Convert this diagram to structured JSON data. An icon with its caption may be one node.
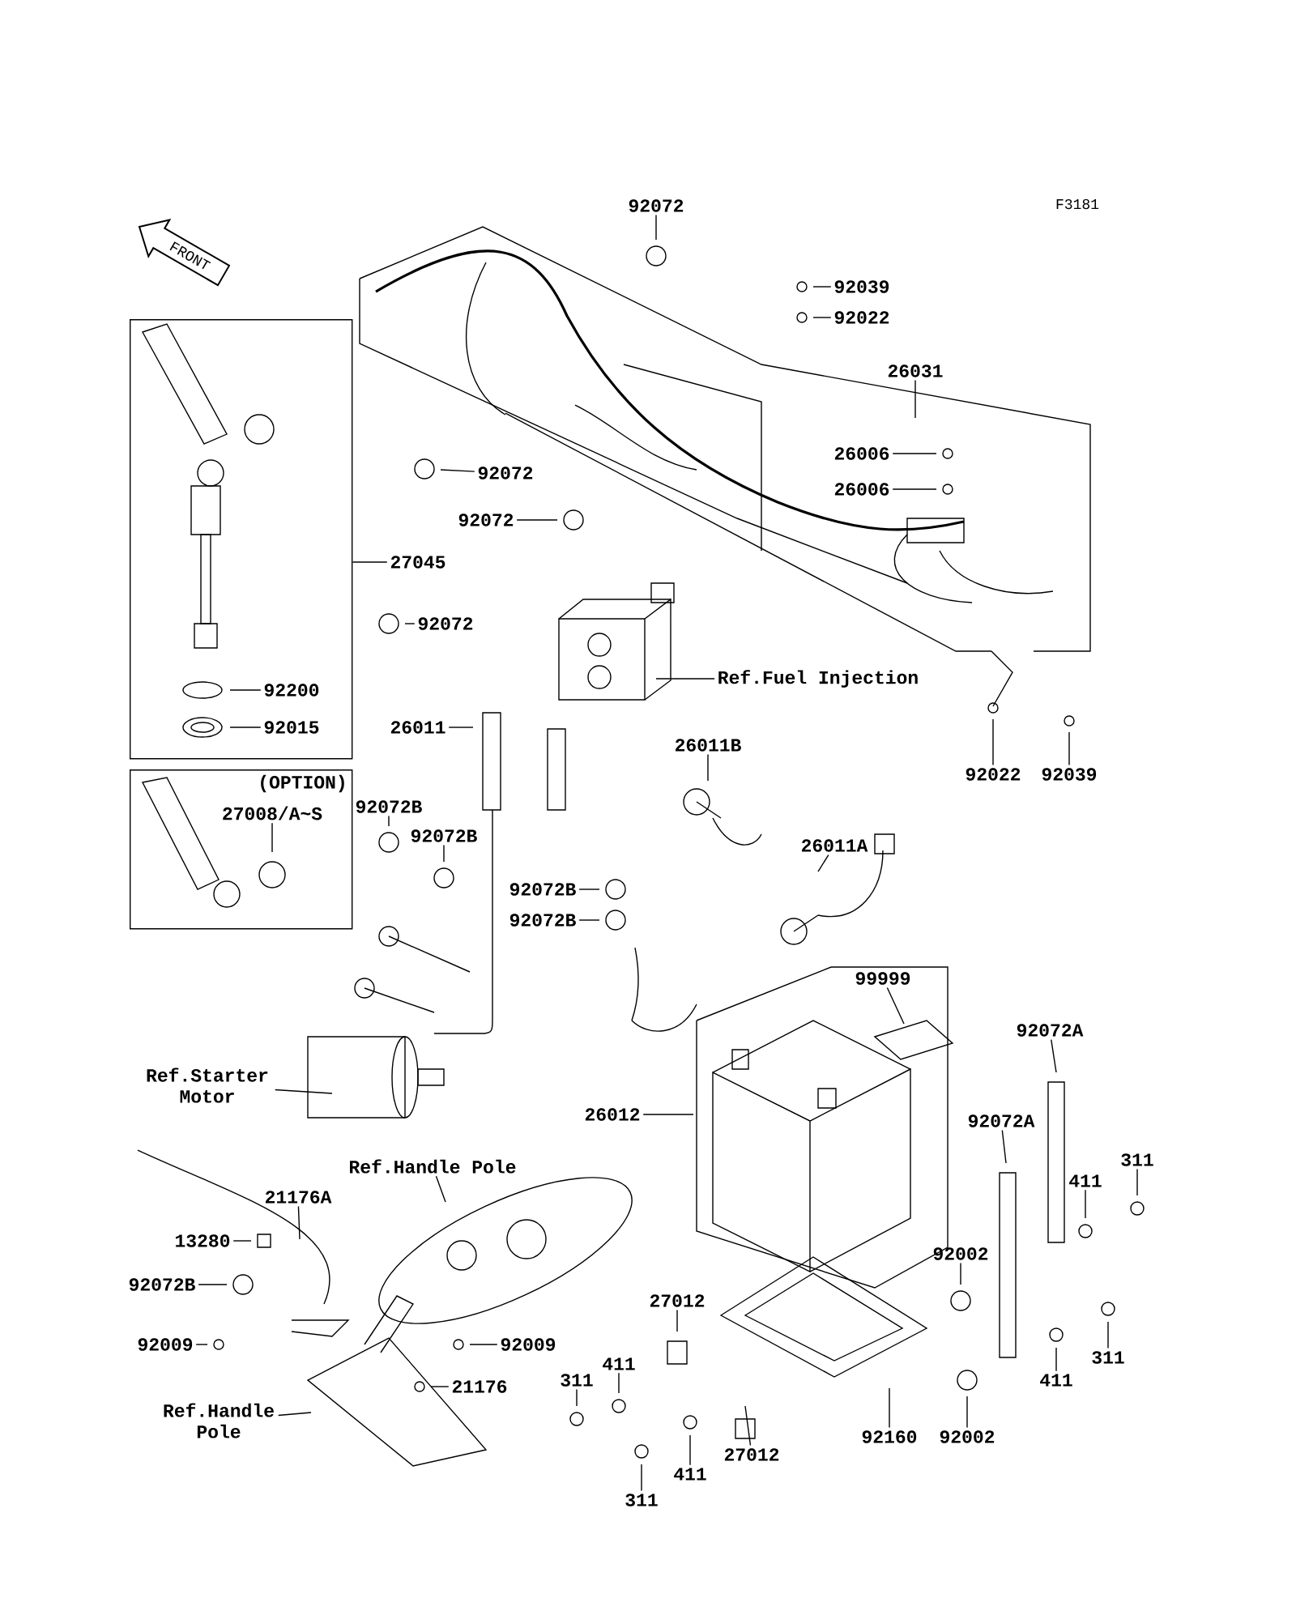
{
  "diagram": {
    "nodes": [
      {
        "text": [
          "92072"
        ]
      },
      {
        "text": [
          "92039"
        ]
      },
      {
        "text": [
          "92022"
        ]
      },
      {
        "text": [
          "26031"
        ]
      },
      {
        "text": [
          "26006"
        ]
      },
      {
        "text": [
          "26006"
        ]
      },
      {
        "text": [],
        "shape": "box"
      },
      {
        "text": [
          "92072"
        ]
      },
      {
        "text": [
          "92072"
        ]
      },
      {
        "text": [
          "27045"
        ]
      },
      {
        "text": [
          "92072"
        ]
      },
      {
        "text": [
          "Ref.Fuel Injection"
        ]
      },
      {
        "text": [
          "92200"
        ],
        "in": 6
      },
      {
        "text": [
          "92015"
        ],
        "in": 6
      },
      {
        "text": [
          "26011"
        ]
      },
      {
        "text": [
          "92022"
        ]
      },
      {
        "text": [
          "92039"
        ]
      },
      {
        "text": [
          "26011B"
        ]
      },
      {
        "text": [
          "(OPTION)"
        ]
      },
      {
        "text": [
          "27008/A~S"
        ],
        "in": 18
      },
      {
        "text": [
          "92072B"
        ]
      },
      {
        "text": [
          "92072B"
        ]
      },
      {
        "text": [
          "26011A"
        ]
      },
      {
        "text": [
          "92072B"
        ]
      },
      {
        "text": [
          "92072B"
        ]
      },
      {
        "text": [
          "99999"
        ]
      },
      {
        "text": [
          "92072A"
        ]
      },
      {
        "text": [
          "Ref.Starter Motor"
        ]
      },
      {
        "text": [
          "92072A"
        ]
      },
      {
        "text": [
          "26012"
        ]
      },
      {
        "text": [
          "Ref.Handle Pole"
        ]
      },
      {
        "text": [
          "21176A"
        ]
      },
      {
        "text": [
          "311"
        ]
      },
      {
        "text": [
          "411"
        ]
      },
      {
        "text": [
          "13280"
        ]
      },
      {
        "text": [
          "92002"
        ]
      },
      {
        "text": [
          "92072B"
        ]
      },
      {
        "text": [
          "92009"
        ]
      },
      {
        "text": [
          "92009"
        ]
      },
      {
        "text": [
          "27012"
        ]
      },
      {
        "text": [
          "311"
        ]
      },
      {
        "text": [
          "411"
        ]
      },
      {
        "text": [
          "311"
        ]
      },
      {
        "text": [
          "411"
        ]
      },
      {
        "text": [
          "21176"
        ]
      },
      {
        "text": [
          "Ref.Handle Pole"
        ]
      },
      {
        "text": [
          "92160"
        ]
      },
      {
        "text": [
          "92002"
        ]
      },
      {
        "text": [
          "27012"
        ]
      },
      {
        "text": [
          "411"
        ]
      },
      {
        "text": [
          "311"
        ]
      }
    ],
    "edges": [
      {
        "from": 0,
        "to": null,
        "arrow": "none"
      },
      {
        "from": 1,
        "to": null,
        "arrow": "none"
      },
      {
        "from": 2,
        "to": null,
        "arrow": "none"
      },
      {
        "from": 3,
        "to": null,
        "arrow": "none"
      },
      {
        "from": 4,
        "to": null,
        "arrow": "none"
      },
      {
        "from": 5,
        "to": null,
        "arrow": "none"
      },
      {
        "from": 7,
        "to": null,
        "arrow": "none"
      },
      {
        "from": 8,
        "to": null,
        "arrow": "none"
      },
      {
        "from": 9,
        "to": 6,
        "arrow": "none"
      },
      {
        "from": 10,
        "to": null,
        "arrow": "none"
      },
      {
        "from": 11,
        "to": null,
        "arrow": "none"
      },
      {
        "from": 12,
        "to": null,
        "arrow": "none"
      },
      {
        "from": 13,
        "to": null,
        "arrow": "none"
      },
      {
        "from": 14,
        "to": null,
        "arrow": "none"
      },
      {
        "from": 15,
        "to": null,
        "arrow": "none"
      },
      {
        "from": 16,
        "to": null,
        "arrow": "none"
      },
      {
        "from": 17,
        "to": null,
        "arrow": "none"
      },
      {
        "from": 19,
        "to": null,
        "arrow": "none"
      },
      {
        "from": 20,
        "to": null,
        "arrow": "none"
      },
      {
        "from": 21,
        "to": null,
        "arrow": "none"
      },
      {
        "from": 22,
        "to": null,
        "arrow": "none"
      },
      {
        "from": 23,
        "to": null,
        "arrow": "none"
      },
      {
        "from": 24,
        "to": null,
        "arrow": "none"
      },
      {
        "from": 25,
        "to": null,
        "arrow": "none"
      },
      {
        "from": 26,
        "to": null,
        "arrow": "none"
      },
      {
        "from": 27,
        "to": null,
        "arrow": "none"
      },
      {
        "from": 28,
        "to": null,
        "arrow": "none"
      },
      {
        "from": 29,
        "to": null,
        "arrow": "none"
      },
      {
        "from": 30,
        "to": null,
        "arrow": "none"
      },
      {
        "from": 31,
        "to": null,
        "arrow": "none"
      },
      {
        "from": 32,
        "to": null,
        "arrow": "none"
      },
      {
        "from": 33,
        "to": null,
        "arrow": "none"
      },
      {
        "from": 34,
        "to": null,
        "arrow": "none"
      },
      {
        "from": 35,
        "to": null,
        "arrow": "none"
      },
      {
        "from": 36,
        "to": null,
        "arrow": "none"
      },
      {
        "from": 37,
        "to": null,
        "arrow": "none"
      },
      {
        "from": 38,
        "to": null,
        "arrow": "none"
      },
      {
        "from": 39,
        "to": null,
        "arrow": "none"
      },
      {
        "from": 40,
        "to": null,
        "arrow": "none"
      },
      {
        "from": 41,
        "to": null,
        "arrow": "none"
      },
      {
        "from": 42,
        "to": null,
        "arrow": "none"
      },
      {
        "from": 43,
        "to": null,
        "arrow": "none"
      },
      {
        "from": 44,
        "to": null,
        "arrow": "none"
      },
      {
        "from": 45,
        "to": null,
        "arrow": "none"
      },
      {
        "from": 46,
        "to": null,
        "arrow": "none"
      },
      {
        "from": 47,
        "to": null,
        "arrow": "none"
      },
      {
        "from": 48,
        "to": null,
        "arrow": "none"
      },
      {
        "from": 49,
        "to": null,
        "arrow": "none"
      },
      {
        "from": 50,
        "to": null,
        "arrow": "none"
      }
    ],
    "labels": [
      "F3181",
      "FRONT"
    ]
  }
}
